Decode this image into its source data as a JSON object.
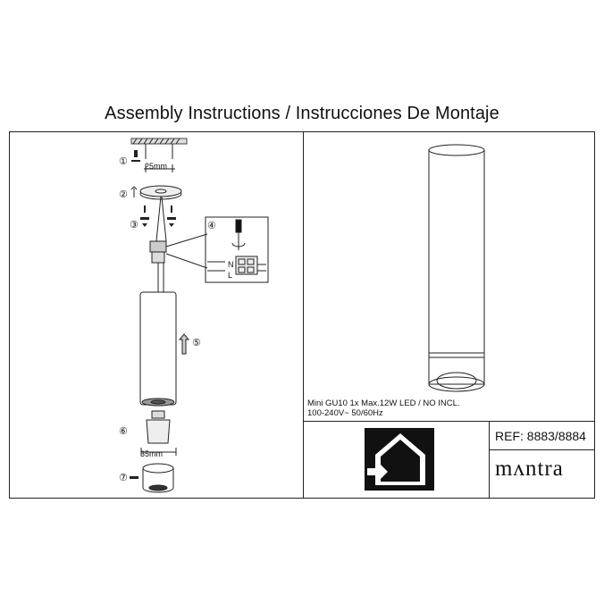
{
  "header": {
    "title": "Assembly Instructions / Instrucciones De Montaje"
  },
  "steps": [
    {
      "n": "①",
      "dimension": "25mm"
    },
    {
      "n": "②"
    },
    {
      "n": "③"
    },
    {
      "n": "④"
    },
    {
      "n": "⑤"
    },
    {
      "n": "⑥",
      "dimension": "35mm"
    },
    {
      "n": "⑦"
    }
  ],
  "wiring": {
    "l_label": "L",
    "n_label": "N"
  },
  "specs": {
    "line1": "Mini GU10 1x Max.12W LED / NO INCL.",
    "line2": "100-240V~ 50/60Hz"
  },
  "reference": {
    "label": "REF: 8883/8884"
  },
  "brand": {
    "name": "mʌntra"
  },
  "icons": [
    "ceiling-icon",
    "screw-icon",
    "plate-icon",
    "connector-icon",
    "screwdriver-icon",
    "arrow-up-icon",
    "lamp-icon",
    "bulb-icon",
    "ring-icon",
    "indoor-use-icon"
  ]
}
